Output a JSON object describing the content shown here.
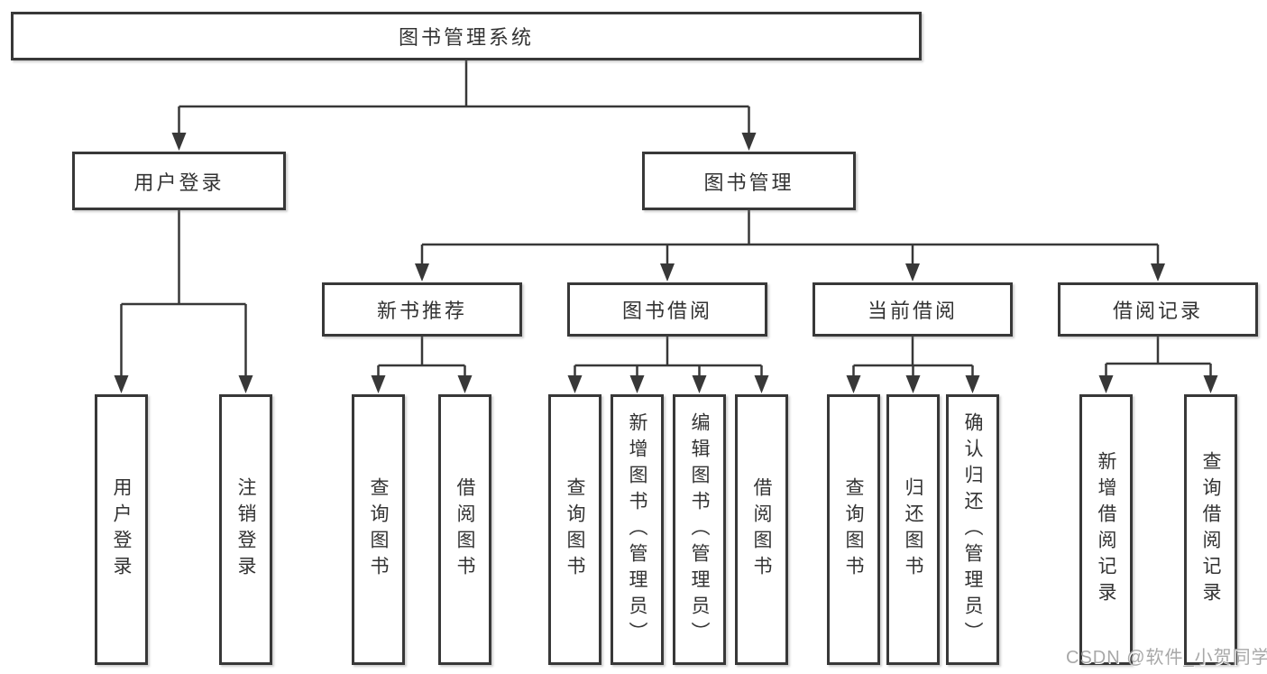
{
  "diagram": {
    "title": "图书管理系统",
    "level2": {
      "user_login": "用户登录",
      "book_mgmt": "图书管理"
    },
    "level3": {
      "new_books": "新书推荐",
      "book_borrow": "图书借阅",
      "current_borrow": "当前借阅",
      "borrow_records": "借阅记录"
    },
    "leaves": {
      "user_login": [
        "用户登录",
        "注销登录"
      ],
      "new_books": [
        "查询图书",
        "借阅图书"
      ],
      "book_borrow": [
        "查询图书",
        "新增图书（管理员）",
        "编辑图书（管理员）",
        "借阅图书"
      ],
      "current_borrow": [
        "查询图书",
        "归还图书",
        "确认归还（管理员）"
      ],
      "borrow_records": [
        "新增借阅记录",
        "查询借阅记录"
      ]
    }
  },
  "watermark": "CSDN @软件_小贺同学",
  "colors": {
    "line": "#383838",
    "text": "#333333",
    "box_background": "#ffffff",
    "watermark": "#9e9e9e"
  }
}
